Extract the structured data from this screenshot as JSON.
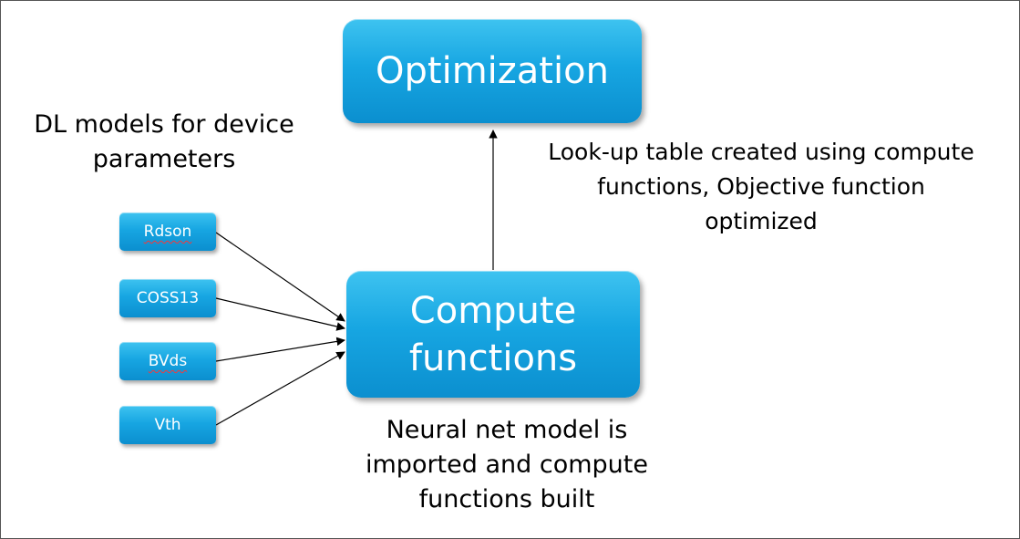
{
  "nodes": {
    "optimization": "Optimization",
    "compute_line1": "Compute",
    "compute_line2": "functions",
    "rdson": "Rdson",
    "coss13": "COSS13",
    "bvds": "BVds",
    "vth": "Vth"
  },
  "labels": {
    "dl_models_line1": "DL models for device",
    "dl_models_line2": "parameters",
    "lookup_line1": "Look-up table created using compute",
    "lookup_line2": "functions, Objective function",
    "lookup_line3": "optimized",
    "neural_line1": "Neural net model is",
    "neural_line2": "imported and compute",
    "neural_line3": "functions built"
  },
  "colors": {
    "box_top": "#3ec3f0",
    "box_bottom": "#0b8fcf",
    "text": "#000000"
  }
}
